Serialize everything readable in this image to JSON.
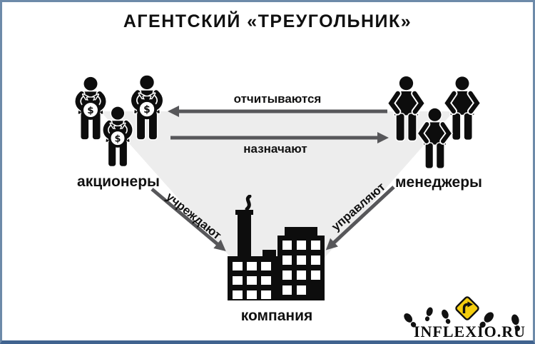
{
  "title": "АГЕНТСКИЙ «ТРЕУГОЛЬНИК»",
  "diagram": {
    "shareholders": {
      "label": "акционеры",
      "icon": "person-with-money-bag-icon",
      "count": 3
    },
    "managers": {
      "label": "менеджеры",
      "icon": "person-icon",
      "count": 3
    },
    "company": {
      "label": "компания",
      "icon": "factory-building-icon"
    },
    "currency_symbol": "$",
    "relations": {
      "report": {
        "label": "отчитываются",
        "from": "менеджеры",
        "to": "акционеры"
      },
      "appoint": {
        "label": "назначают",
        "from": "акционеры",
        "to": "менеджеры"
      },
      "establish": {
        "label": "учреждают",
        "from": "акционеры",
        "to": "компания"
      },
      "manage": {
        "label": "управляют",
        "from": "менеджеры",
        "to": "компания"
      }
    }
  },
  "branding": {
    "site": "INFLEXIO.RU",
    "icons": [
      "footprints-icon",
      "right-turn-road-sign-icon"
    ]
  },
  "colors": {
    "background": "#ffffff",
    "figure_black": "#0d0d0d",
    "arrow_gray": "#57575a",
    "triangle_fill": "#ededed",
    "sign_yellow": "#f4cd0e",
    "frame_border": "#6d8aa9",
    "frame_border_bottom": "#40638f"
  }
}
